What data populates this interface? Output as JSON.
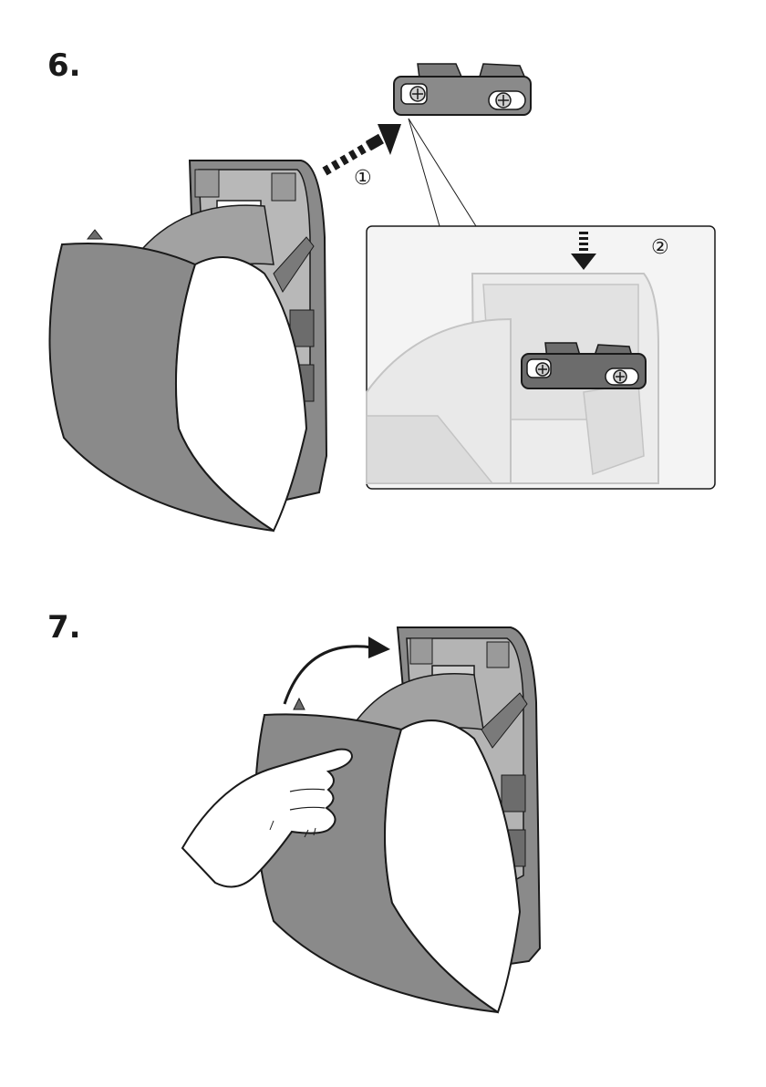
{
  "steps": [
    {
      "number": "6.",
      "callouts": [
        "①",
        "②"
      ]
    },
    {
      "number": "7."
    }
  ],
  "colors": {
    "body_gray": "#8a8a8a",
    "dark_gray": "#5c5c5c",
    "outline": "#1a1a1a",
    "faded": "#e6e6e6",
    "inset_bg": "#f1f1f1"
  },
  "icons": [
    "arrow-right-icon",
    "arrow-down-icon",
    "curved-arrow-icon",
    "screw-icon"
  ]
}
